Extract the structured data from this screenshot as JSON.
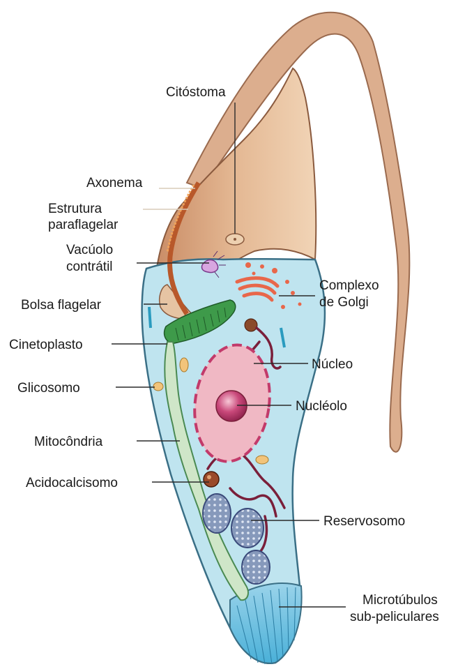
{
  "labels": {
    "citostoma": "Citóstoma",
    "axonema": "Axonema",
    "estrutura_1": "Estrutura",
    "estrutura_2": "paraflagelar",
    "vacuolo_1": "Vacúolo",
    "vacuolo_2": "contrátil",
    "bolsa": "Bolsa flagelar",
    "cinetoplasto": "Cinetoplasto",
    "glicosomo": "Glicosomo",
    "mitocondria": "Mitocôndria",
    "acidocalcisomo": "Acidocalcisomo",
    "golgi_1": "Complexo",
    "golgi_2": "de Golgi",
    "nucleo": "Núcleo",
    "nucleolo": "Nucléolo",
    "reservosomo": "Reservosomo",
    "microtubulos_1": "Microtúbulos",
    "microtubulos_2": "sub-peliculares"
  },
  "colors": {
    "flagellum": "#dcae8e",
    "flagellum_edge": "#9a6a4e",
    "anterior_body": "#d8a985",
    "cytoplasm": "#bfe4ef",
    "cell_edge": "#3a6f86",
    "kinetoplast": "#3e9a4a",
    "mitochondria": "#cfe6c8",
    "nucleus": "#f0b8c4",
    "nucleus_border": "#c23a6a",
    "nucleolus": "#b83a66",
    "golgi": "#e8674a",
    "reservosome": "#7f93b6",
    "microtubules": "#5bb8dc"
  }
}
